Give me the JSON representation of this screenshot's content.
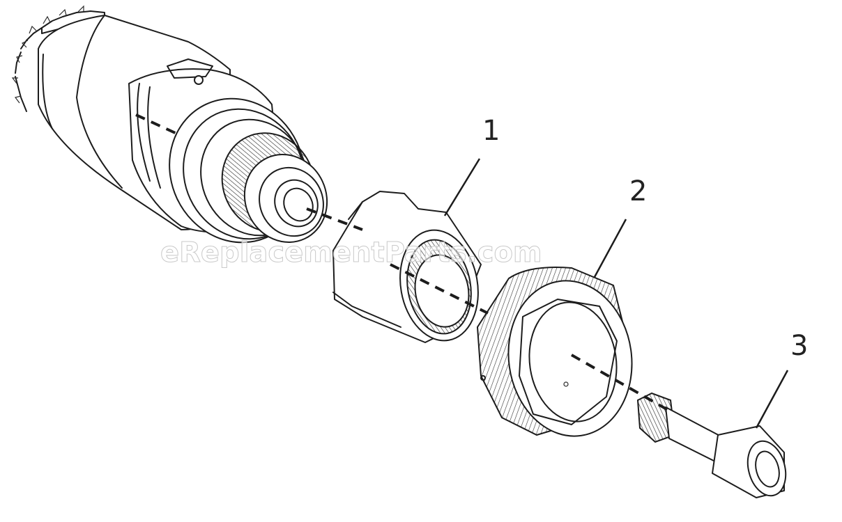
{
  "diagram": {
    "callouts": [
      {
        "id": "1",
        "label": "1"
      },
      {
        "id": "2",
        "label": "2"
      },
      {
        "id": "3",
        "label": "3"
      }
    ],
    "watermark": "eReplacementParts.com"
  }
}
